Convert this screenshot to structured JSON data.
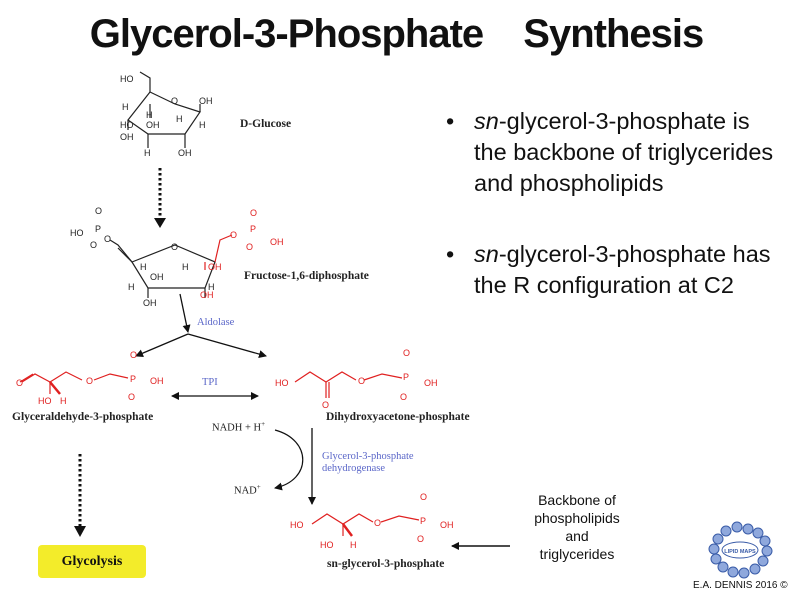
{
  "title": "Glycerol-3-Phosphate    Synthesis",
  "bullets": [
    {
      "prefix": "sn",
      "text": "-glycerol-3-phosphate is the backbone of triglycerides and phospholipids"
    },
    {
      "prefix": "sn",
      "text": "-glycerol-3-phosphate has the R configuration at C2"
    }
  ],
  "diagram": {
    "compounds": {
      "glucose": "D-Glucose",
      "fructose": "Fructose-1,6-diphosphate",
      "gap": "Glyceraldehyde-3-phosphate",
      "dhap": "Dihydroxyacetone-phosphate",
      "g3p": "sn-glycerol-3-phosphate"
    },
    "enzymes": {
      "aldolase": "Aldolase",
      "tpi": "TPI",
      "g3pdh_line1": "Glycerol-3-phosphate",
      "g3pdh_line2": "dehydrogenase"
    },
    "cofactors": {
      "nadh": "NADH + H",
      "nadh_sup": "+",
      "nad": "NAD",
      "nad_sup": "+"
    },
    "atoms": {
      "ho": "HO",
      "oh": "OH",
      "h": "H",
      "o": "O",
      "p": "P"
    },
    "glycolysis": "Glycolysis",
    "backbone_note": [
      "Backbone of",
      "phospholipids",
      "and",
      "triglycerides"
    ]
  },
  "logo": {
    "text": "LIPID MAPS",
    "color": "#5a80c8"
  },
  "credit": "E.A. DENNIS 2016",
  "credit_symbol": "©",
  "colors": {
    "red": "#e02020",
    "blue_enzyme": "#5a66c8",
    "yellow_box": "#f3ec2a"
  }
}
